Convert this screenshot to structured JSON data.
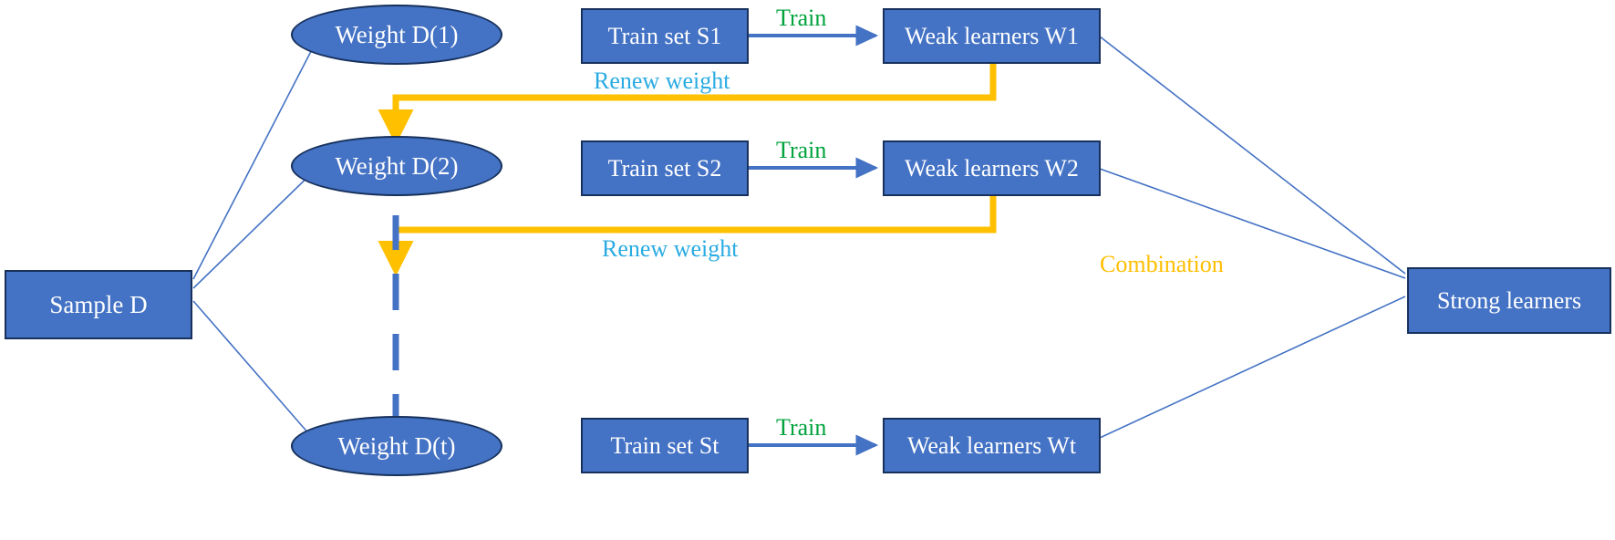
{
  "diagram": {
    "title": "AdaBoost boosting ensemble flow diagram",
    "colors": {
      "node_fill": "#4472c4",
      "node_stroke": "#17315c",
      "thin_connector": "#4472c4",
      "renew_arrow": "#ffc000",
      "train_label": "#00a33c",
      "renew_label": "#29abe2",
      "combination_label": "#ffbe00",
      "background": "#ffffff",
      "node_text": "#ffffff"
    },
    "nodes": {
      "sample": {
        "label": "Sample D",
        "shape": "rect"
      },
      "strong": {
        "label": "Strong learners",
        "shape": "rect"
      },
      "weights": [
        {
          "label": "Weight D(1)",
          "shape": "ellipse"
        },
        {
          "label": "Weight D(2)",
          "shape": "ellipse"
        },
        {
          "label": "Weight D(t)",
          "shape": "ellipse"
        }
      ],
      "train_sets": [
        {
          "label": "Train set  S1",
          "shape": "rect"
        },
        {
          "label": "Train set  S2",
          "shape": "rect"
        },
        {
          "label": "Train set  St",
          "shape": "rect"
        }
      ],
      "weak_learners": [
        {
          "label": "Weak learners W1",
          "shape": "rect"
        },
        {
          "label": "Weak learners W2",
          "shape": "rect"
        },
        {
          "label": "Weak learners Wt",
          "shape": "rect"
        }
      ]
    },
    "edge_labels": {
      "train": [
        "Train",
        "Train",
        "Train"
      ],
      "renew": [
        "Renew weight",
        "Renew weight"
      ],
      "combination": "Combination"
    }
  }
}
